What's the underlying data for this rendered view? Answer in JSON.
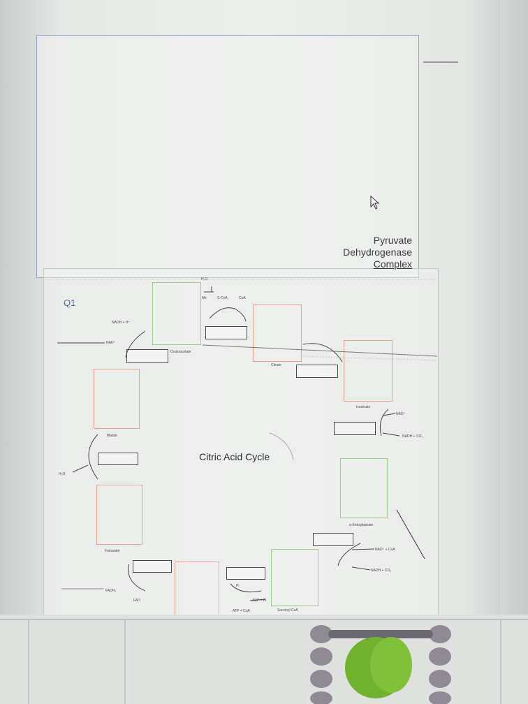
{
  "document": {
    "pdc_lines": [
      "Pyruvate",
      "Dehydrogenase",
      "Complex"
    ],
    "question_label": "Q1",
    "cycle_title": "Citric Acid Cycle"
  },
  "labels": {
    "h2o_top": "H₂O",
    "me": "Me",
    "s_coa": "S-CoA",
    "coa": "CoA",
    "nadh_h": "NADH + H⁺",
    "nad_left": "NAD⁺",
    "oxaloacetate": "Oxaloacetate",
    "citrate": "Citrate",
    "isocitrate": "Isocitrate",
    "nad_right": "NAD⁺",
    "nadh_co2_right": "NADH + CO₂",
    "malate": "Malate",
    "h2o_left": "H₂O",
    "alpha_kg": "α-Ketoglutarate",
    "nad_coa": "NAD⁺ + CoA",
    "nadh_co2_lower": "NADH + CO₂",
    "fumarate": "Fumarate",
    "fadh2": "FADH₂",
    "fad": "FAD",
    "pi": "Pi",
    "adp_pi": "ADP + Pi",
    "atp_coa": "ATP + CoA",
    "succinyl_coa": "Succinyl CoA"
  }
}
